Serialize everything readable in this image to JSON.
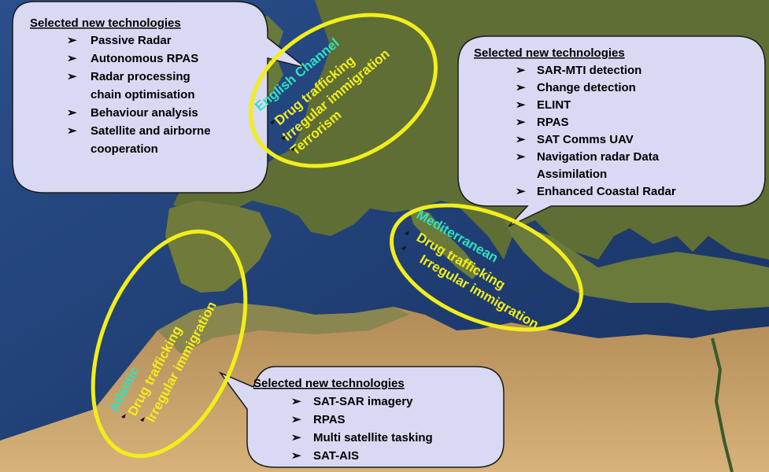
{
  "colors": {
    "sea": "#1f3f78",
    "land": "#6b7a3a",
    "desert": "#c9a36a",
    "callout_fill": "#d9d9f3",
    "ellipse": "#f2ee1a",
    "region_name": "#2de3c0",
    "threat_text": "#f2ee1a"
  },
  "callouts": {
    "northwest": {
      "title": "Selected new technologies",
      "items": [
        [
          "Passive Radar"
        ],
        [
          "Autonomous RPAS"
        ],
        [
          "Radar processing",
          "chain optimisation"
        ],
        [
          "Behaviour analysis"
        ],
        [
          "Satellite and airborne",
          "cooperation"
        ]
      ]
    },
    "east": {
      "title": "Selected new technologies",
      "items": [
        [
          "SAR-MTI detection"
        ],
        [
          "Change detection"
        ],
        [
          "ELINT"
        ],
        [
          "RPAS"
        ],
        [
          "SAT Comms UAV"
        ],
        [
          "Navigation radar Data",
          "Assimilation"
        ],
        [
          "Enhanced Coastal Radar"
        ]
      ]
    },
    "south": {
      "title": "Selected new technologies",
      "items": [
        [
          "SAT-SAR imagery"
        ],
        [
          "RPAS"
        ],
        [
          "Multi satellite tasking"
        ],
        [
          "SAT-AIS"
        ]
      ]
    }
  },
  "regions": {
    "english_channel": {
      "name": "English Channel",
      "threats": [
        "Drug trafficking",
        "Irregular immigration",
        "Terrorism"
      ]
    },
    "mediterranean": {
      "name": "Mediterranean",
      "threats": [
        "Drug trafficking",
        "Irregular immigration"
      ]
    },
    "atlantic": {
      "name": "Atlantic",
      "threats": [
        "Drug trafficking",
        "Irregular immigration"
      ]
    }
  },
  "bullet_glyph": "➢"
}
